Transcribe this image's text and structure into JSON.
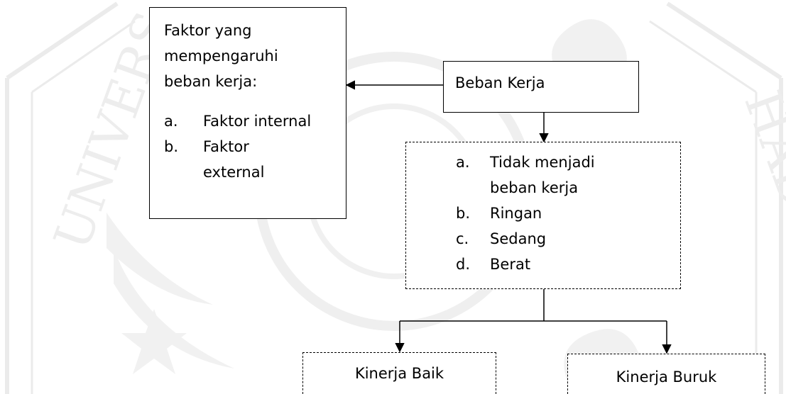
{
  "diagram": {
    "factors_box": {
      "title": "Faktor yang mempengaruhi beban kerja:",
      "items": [
        {
          "marker": "a.",
          "text": "Faktor internal"
        },
        {
          "marker": "b.",
          "text": "Faktor external"
        }
      ]
    },
    "workload_box": {
      "label": "Beban Kerja"
    },
    "levels_box": {
      "items": [
        {
          "marker": "a.",
          "text": "Tidak menjadi beban kerja"
        },
        {
          "marker": "b.",
          "text": "Ringan"
        },
        {
          "marker": "c.",
          "text": "Sedang"
        },
        {
          "marker": "d.",
          "text": "Berat"
        }
      ]
    },
    "outcome_good": {
      "label": "Kinerja Baik"
    },
    "outcome_bad": {
      "label": "Kinerja Buruk"
    }
  },
  "watermark": {
    "letters_left": "UNIVERS",
    "letters_right": "HADIYAH",
    "colors": {
      "stroke": "#ececec",
      "fill": "#f2f2f2"
    }
  }
}
